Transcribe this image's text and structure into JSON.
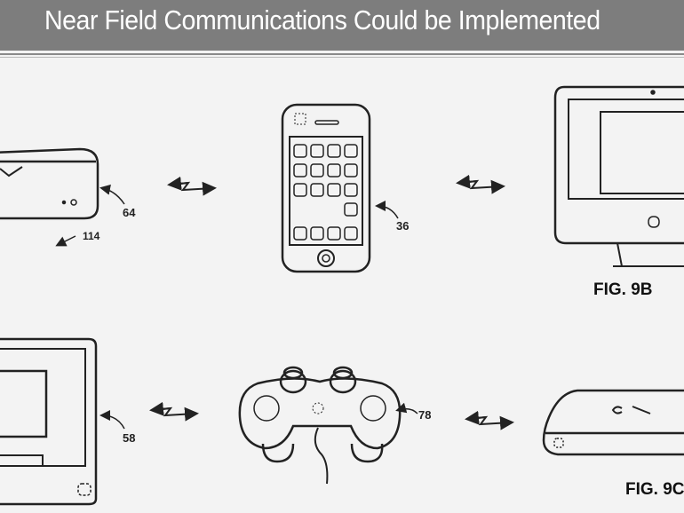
{
  "header": {
    "title": "Near Field Communications Could be Implemented"
  },
  "figures": {
    "fig_9b": {
      "label": "FIG. 9B",
      "refs": {
        "apple_tv": "64",
        "arrow_group": "114",
        "iphone": "36"
      }
    },
    "fig_9c": {
      "label": "FIG. 9C",
      "refs": {
        "monitor": "58",
        "controller": "78"
      }
    }
  }
}
